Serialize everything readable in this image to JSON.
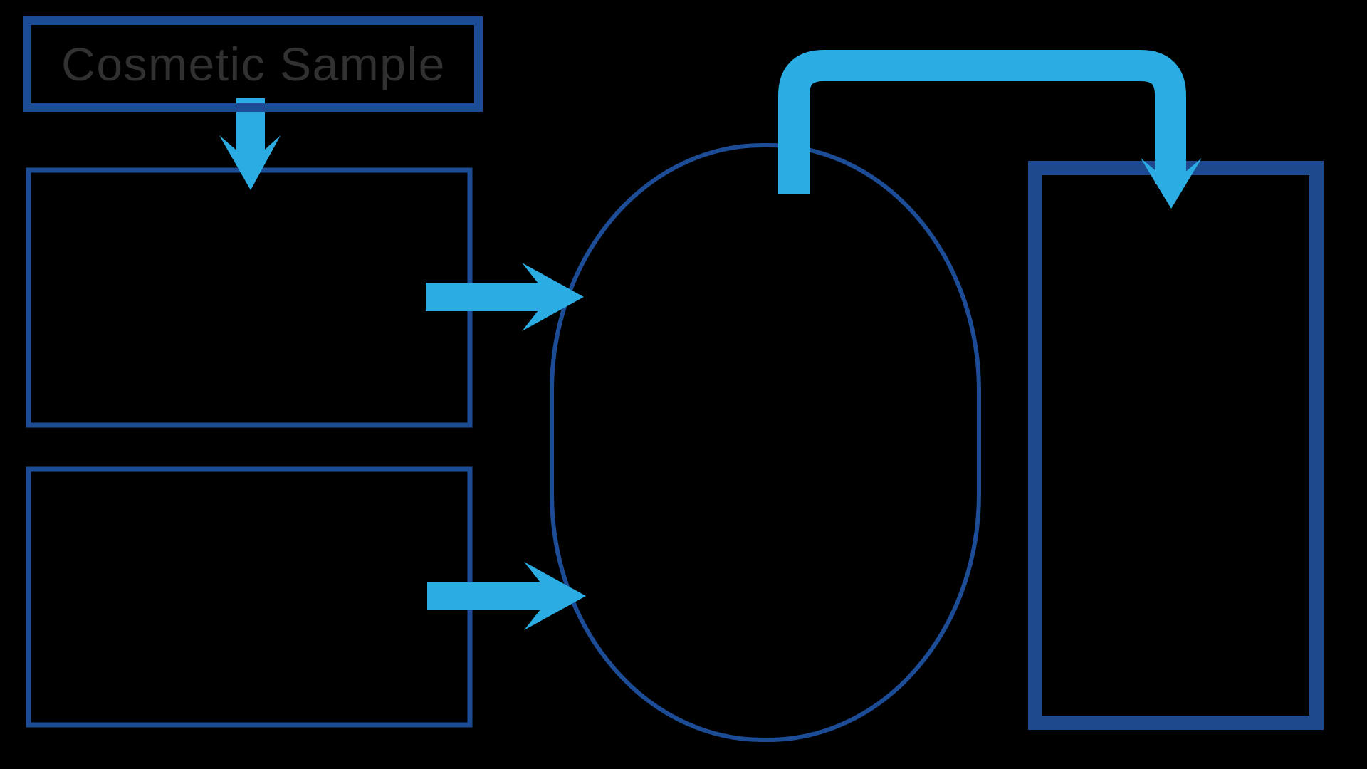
{
  "diagram": {
    "background_color": "#000000",
    "colors": {
      "box_outline": "#1D4C96",
      "output_box_outline": "#1C4A8C",
      "oval_outline": "#1D4C96",
      "arrow": "#2BACE2",
      "label_text": "#313131"
    },
    "nodes": [
      {
        "id": "cosmetic-sample-box",
        "shape": "rectangle",
        "label": "Cosmetic Sample"
      },
      {
        "id": "upper-input-box",
        "shape": "rectangle",
        "label": ""
      },
      {
        "id": "lower-input-box",
        "shape": "rectangle",
        "label": ""
      },
      {
        "id": "central-oval",
        "shape": "oval",
        "label": ""
      },
      {
        "id": "output-box",
        "shape": "rectangle",
        "label": ""
      }
    ],
    "connectors": [
      {
        "id": "sample-to-upper-input",
        "style": "straight",
        "direction": "down",
        "from": "cosmetic-sample-box",
        "to": "upper-input-box"
      },
      {
        "id": "upper-input-to-oval",
        "style": "straight",
        "direction": "right",
        "from": "upper-input-box",
        "to": "central-oval"
      },
      {
        "id": "lower-input-to-oval",
        "style": "straight",
        "direction": "right",
        "from": "lower-input-box",
        "to": "central-oval"
      },
      {
        "id": "oval-to-output",
        "style": "elbow",
        "direction": "up-right-down",
        "from": "central-oval",
        "to": "output-box"
      }
    ]
  }
}
